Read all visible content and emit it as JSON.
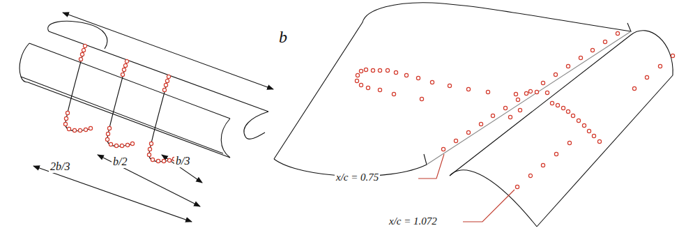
{
  "diagram": {
    "labels": [
      "b",
      "2b/3",
      "b/2",
      "b/3",
      "x/c = 0.75",
      "x/c = 1.072"
    ]
  }
}
